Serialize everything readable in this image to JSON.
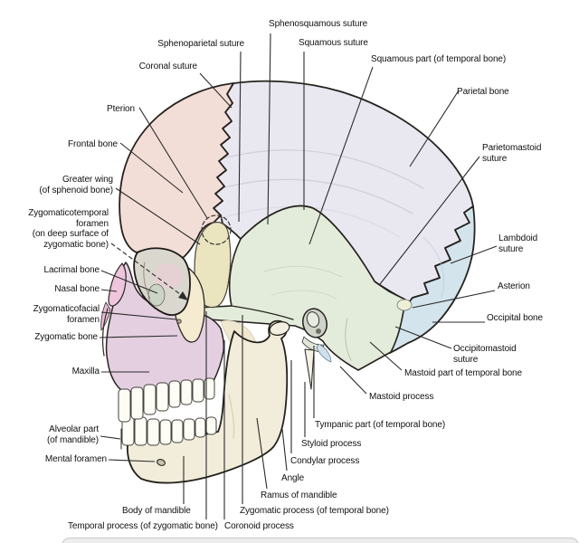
{
  "diagram": {
    "subject": "Lateral view of the skull with labeled bones, sutures and processes",
    "labels": {
      "sphenoparietal_suture": "Sphenoparietal suture",
      "coronal_suture": "Coronal suture",
      "pterion": "Pterion",
      "frontal_bone": "Frontal bone",
      "greater_wing": "Greater wing\n(of sphenoid bone)",
      "zygomaticotemporal_foramen": "Zygomaticotemporal\nforamen\n(on deep surface of\nzygomatic bone)",
      "lacrimal_bone": "Lacrimal bone",
      "nasal_bone": "Nasal bone",
      "zygomaticofacial_foramen": "Zygomaticofacial\nforamen",
      "zygomatic_bone": "Zygomatic bone",
      "maxilla": "Maxilla",
      "alveolar_part": "Alveolar part\n(of mandible)",
      "mental_foramen": "Mental foramen",
      "body_of_mandible": "Body of mandible",
      "temporal_process": "Temporal process (of zygomatic bone)",
      "coronoid_process": "Coronoid process",
      "zygomatic_process": "Zygomatic process (of temporal bone)",
      "ramus_of_mandible": "Ramus of mandible",
      "angle": "Angle",
      "condylar_process": "Condylar process",
      "styloid_process": "Styloid process",
      "tympanic_part": "Tympanic part (of temporal bone)",
      "mastoid_process": "Mastoid process",
      "mastoid_part": "Mastoid part of temporal bone",
      "sphenosquamous_suture": "Sphenosquamous suture",
      "squamous_suture": "Squamous suture",
      "squamous_part": "Squamous part (of temporal bone)",
      "parietal_bone": "Parietal bone",
      "parietomastoid_suture": "Parietomastoid\nsuture",
      "lambdoid_suture": "Lambdoid\nsuture",
      "asterion": "Asterion",
      "occipital_bone": "Occipital bone",
      "occipitomastoid_suture": "Occipitomastoid\nsuture"
    },
    "colors": {
      "frontal": "#f3ded7",
      "parietal": "#e9e8f0",
      "temporal_squama": "#e3ecdb",
      "occipital": "#d3e4ed",
      "sphenoid_wing": "#eae5bf",
      "zygomatic": "#f4ebd0",
      "maxilla": "#e4cfe1",
      "nasal": "#eec5dd",
      "mandible": "#f1edda",
      "teeth": "#fdfdf6",
      "orbit": "#dad7ce",
      "lacrimal": "#ccd4c6",
      "asterion_spot": "#edf0d4",
      "outline": "#26221e",
      "leader": "#2b2b2b",
      "text": "#111111"
    }
  }
}
